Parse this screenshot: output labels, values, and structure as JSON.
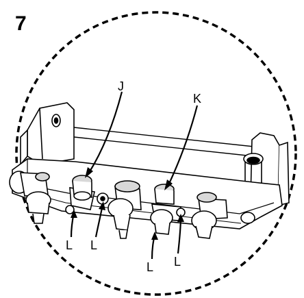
{
  "figure": {
    "step_number": "7",
    "callouts": {
      "J": "J",
      "K": "K",
      "L1": "L",
      "L2": "L",
      "L3": "L",
      "L4": "L"
    }
  },
  "colors": {
    "line": "#000000",
    "background": "#ffffff",
    "fill": "#ffffff",
    "shade": "#d8d8d8"
  }
}
